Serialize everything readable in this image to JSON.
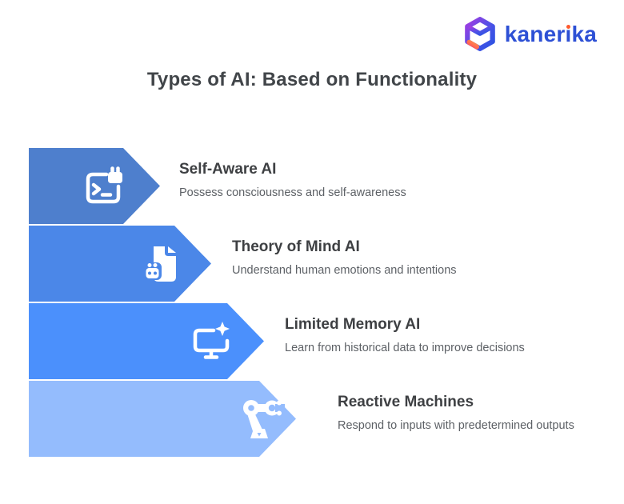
{
  "header": {
    "brand": {
      "name": "kanerika",
      "name_pre": "kaner",
      "name_i": "i",
      "name_post": "ka",
      "cube_icon": "kanerika-cube-logo-icon",
      "wordmark_color": "#2d50d5",
      "i_dot_color": "#ff5a2d"
    }
  },
  "title": "Types of AI: Based on Functionality",
  "items": [
    {
      "name": "Self-Aware AI",
      "description": "Possess consciousness and self-awareness",
      "color": "#4e7fcd",
      "icon": "terminal-robot-icon"
    },
    {
      "name": "Theory of Mind AI",
      "description": "Understand human emotions and intentions",
      "color": "#4b87e8",
      "icon": "document-robot-icon"
    },
    {
      "name": "Limited Memory AI",
      "description": "Learn from historical data to improve decisions",
      "color": "#4b90fc",
      "icon": "monitor-sparkle-icon"
    },
    {
      "name": "Reactive Machines",
      "description": "Respond to inputs with predetermined outputs",
      "color": "#94bcfd",
      "icon": "robot-arm-icon"
    }
  ]
}
